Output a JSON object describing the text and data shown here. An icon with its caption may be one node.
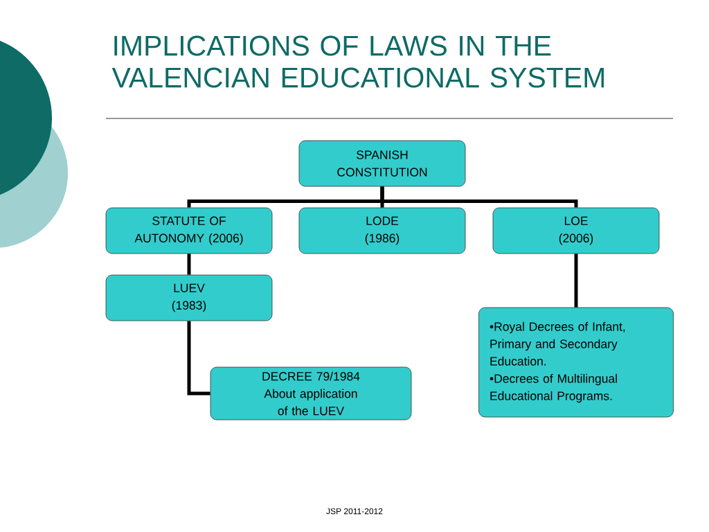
{
  "diagram": {
    "title": "IMPLICATIONS OF LAWS IN THE VALENCIAN EDUCATIONAL SYSTEM",
    "nodes": [
      {
        "text": [
          "SPANISH CONSTITUTION"
        ]
      },
      {
        "text": [
          "STATUTE OF AUTONOMY (2006)"
        ]
      },
      {
        "text": [
          "LODE (1986)"
        ]
      },
      {
        "text": [
          "LOE (2006)"
        ]
      },
      {
        "text": [
          "LUEV (1983)"
        ]
      },
      {
        "text": [
          "DECREE 79/1984 About application of the LUEV"
        ]
      },
      {
        "text": [
          "•Royal Decrees of Infant, Primary and Secondary Education.",
          "•Decrees of Multilingual Educational Programs."
        ]
      }
    ],
    "edges": [
      {
        "from": 0,
        "to": 1,
        "arrow": "none"
      },
      {
        "from": 0,
        "to": 2,
        "arrow": "none"
      },
      {
        "from": 0,
        "to": 3,
        "arrow": "none"
      },
      {
        "from": 1,
        "to": 4,
        "arrow": "none"
      },
      {
        "from": 4,
        "to": 5,
        "arrow": "none"
      },
      {
        "from": 3,
        "to": 6,
        "arrow": "none"
      }
    ],
    "labels": [
      "JSP 2011-2012"
    ]
  }
}
